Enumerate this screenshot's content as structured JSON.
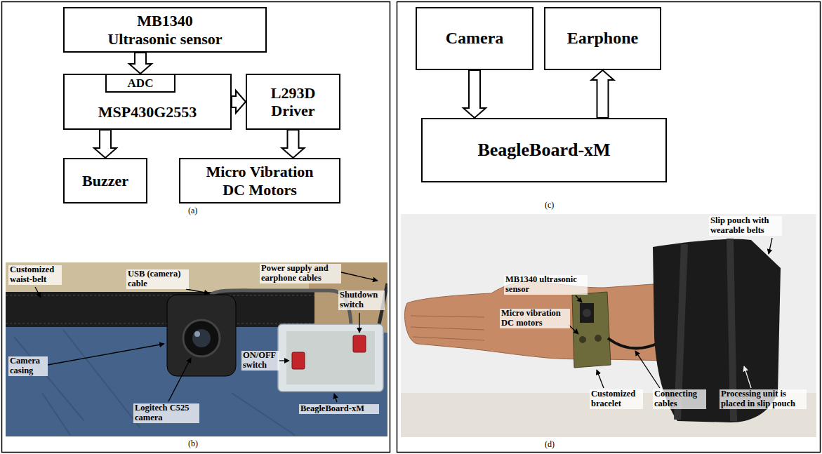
{
  "diagram": {
    "nodes": [
      {
        "text": [
          "MB1340 Ultrasonic sensor"
        ]
      },
      {
        "text": [
          "MSP430G2553"
        ]
      },
      {
        "text": [
          "ADC"
        ],
        "in": 1
      },
      {
        "text": [
          "L293D Driver"
        ]
      },
      {
        "text": [
          "Buzzer"
        ]
      },
      {
        "text": [
          "Micro Vibration DC Motors"
        ]
      },
      {
        "text": [
          "Camera"
        ]
      },
      {
        "text": [
          "Earphone"
        ]
      },
      {
        "text": [
          "BeagleBoard-xM"
        ]
      }
    ],
    "edges": [
      {
        "from": 0,
        "to": 2,
        "arrow": "to"
      },
      {
        "from": 1,
        "to": 3,
        "arrow": "to"
      },
      {
        "from": 1,
        "to": 4,
        "arrow": "to"
      },
      {
        "from": 3,
        "to": 5,
        "arrow": "to"
      },
      {
        "from": 6,
        "to": 8,
        "arrow": "to"
      },
      {
        "from": 8,
        "to": 7,
        "arrow": "to"
      }
    ],
    "labels": [
      "(a)",
      "Customized waist-belt",
      "USB (camera) cable",
      "Power supply and earphone cables",
      "Shutdown switch",
      "Camera casing",
      "ON/OFF switch",
      "Logitech C525 camera",
      "BeagleBoard-xM",
      "(b)",
      "(c)",
      "Slip pouch with wearable belts",
      "MB1340 ultrasonic sensor",
      "Micro vibration DC motors",
      "Customized bracelet",
      "Connecting cables",
      "Processing unit is placed in slip pouch",
      "(d)"
    ]
  }
}
